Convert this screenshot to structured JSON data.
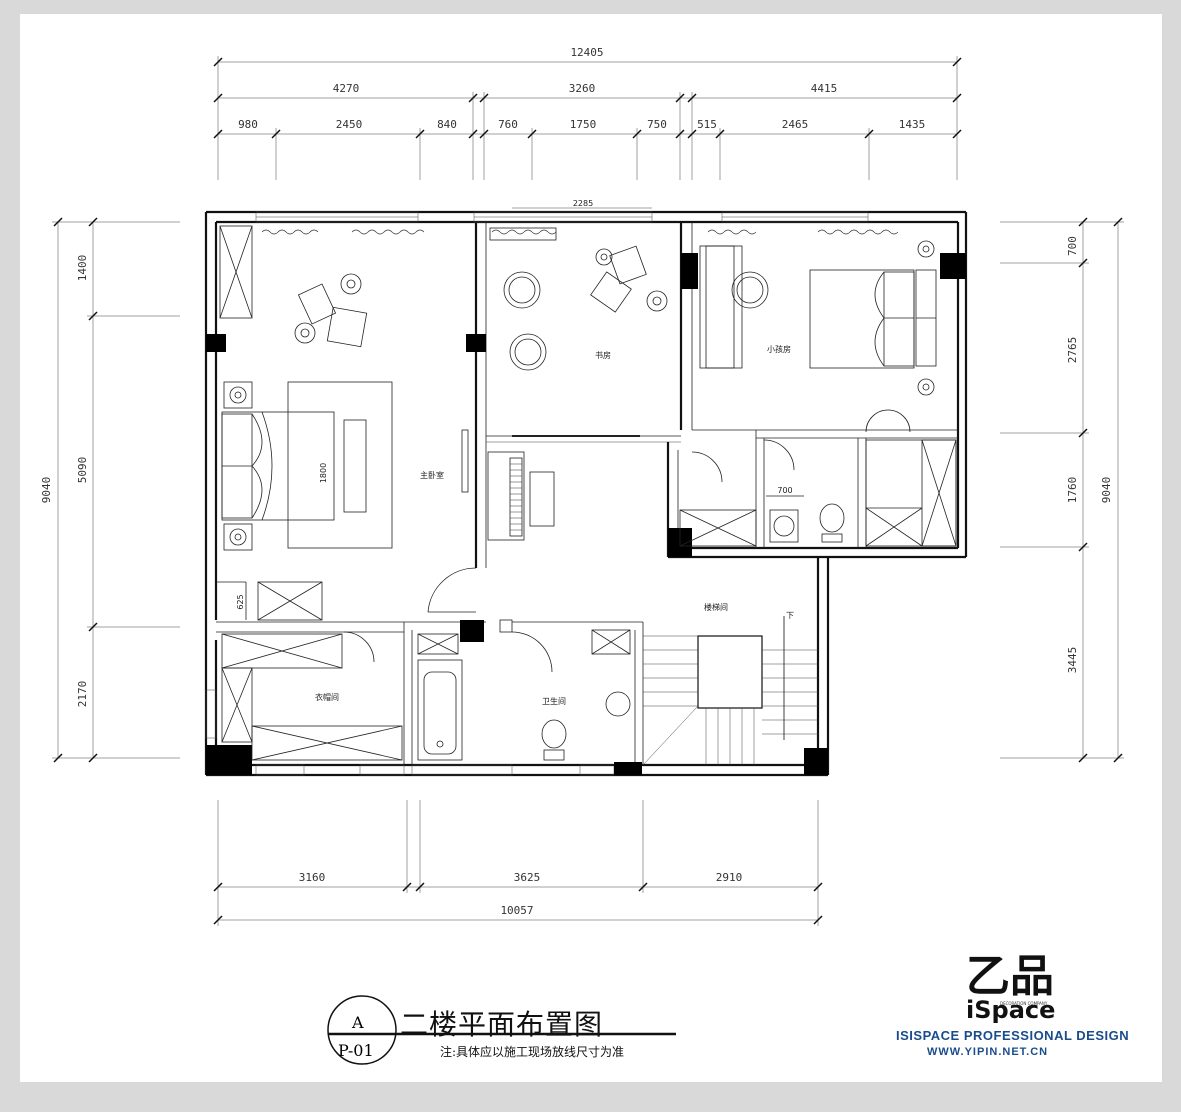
{
  "dimensions": {
    "top_total": "12405",
    "top_mid": [
      "4270",
      "3260",
      "4415"
    ],
    "top_detail": [
      "980",
      "2450",
      "840",
      "760",
      "1750",
      "750",
      "515",
      "2465",
      "1435"
    ],
    "left_total": "9040",
    "left_parts": [
      "1400",
      "5090",
      "2170"
    ],
    "right_total": "9040",
    "right_parts": [
      "700",
      "2765",
      "1760",
      "3445"
    ],
    "bottom_parts": [
      "3160",
      "3625",
      "2910"
    ],
    "bottom_total": "10057",
    "inner": {
      "window_span": "2285",
      "bed_length": "1800",
      "wardrobe_depth": "625",
      "wc_width": "700"
    }
  },
  "rooms": {
    "master_bedroom": "主卧室",
    "study": "书房",
    "kids_room": "小孩房",
    "walk_in_closet": "衣帽间",
    "bathroom": "卫生间",
    "stairwell": "楼梯间",
    "stair_down": "下"
  },
  "title": {
    "tag_top": "A",
    "tag_bottom": "P-01",
    "main": "二楼平面布置图",
    "note": "注:具体应以施工现场放线尺寸为准"
  },
  "logo": {
    "chinese": "乙品",
    "english": "iSpace",
    "company": "DECORATION COMPANY",
    "professional": "ISISPACE PROFESSIONAL DESIGN",
    "url": "WWW.YIPIN.NET.CN"
  }
}
